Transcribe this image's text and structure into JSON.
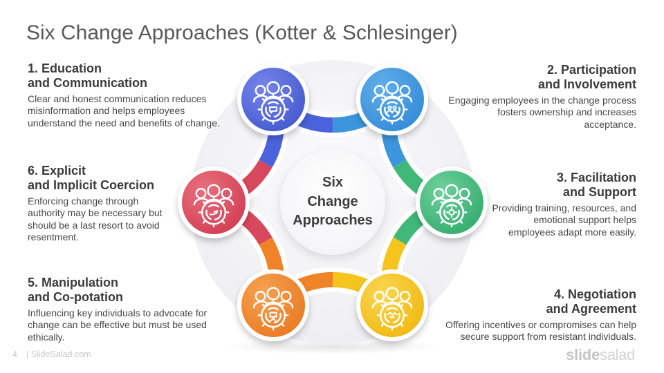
{
  "slide": {
    "title": "Six Change Approaches (Kotter & Schlesinger)"
  },
  "center": {
    "label": "Six\nChange\nApproaches"
  },
  "approaches": [
    {
      "heading": "1. Education\nand Communication",
      "body": "Clear and honest communication reduces\nmisinformation and helps employees\nunderstand the need and benefits of change.",
      "color": "#4A63DB",
      "gradient_light": "#7585EA",
      "gradient_dark": "#4156CE",
      "icon": "communication-team-gear-icon",
      "position": "top-left"
    },
    {
      "heading": "2. Participation\nand Involvement",
      "body": "Engaging employees in the change process\nfosters ownership and increases\nacceptance.",
      "color": "#3D96DD",
      "gradient_light": "#62AEE9",
      "gradient_dark": "#2F88D6",
      "icon": "participation-team-gear-icon",
      "position": "top-right"
    },
    {
      "heading": "3. Facilitation\nand Support",
      "body": "Providing training, resources, and\nemotional support helps\nemployees adapt more easily.",
      "color": "#41B878",
      "gradient_light": "#6FD09D",
      "gradient_dark": "#2FA96A",
      "icon": "facilitation-team-gear-icon",
      "position": "right"
    },
    {
      "heading": "4. Negotiation\nand Agreement",
      "body": "Offering incentives or compromises can help\nsecure support from resistant individuals.",
      "color": "#F5C51E",
      "gradient_light": "#F9D650",
      "gradient_dark": "#EFB70C",
      "icon": "negotiation-team-gear-icon",
      "position": "bottom-right"
    },
    {
      "heading": "5. Manipulation\nand Co-potation",
      "body": "Influencing key individuals to advocate for\nchange can be effective but must be used\nethically.",
      "color": "#F08327",
      "gradient_light": "#F5A253",
      "gradient_dark": "#E9761D",
      "icon": "manipulation-team-gear-icon",
      "position": "bottom-left"
    },
    {
      "heading": "6. Explicit\nand Implicit Coercion",
      "body": "Enforcing change through\nauthority may be necessary but\nshould be a last resort to avoid\nresentment.",
      "color": "#D8485C",
      "gradient_light": "#E8707E",
      "gradient_dark": "#D03A50",
      "icon": "coercion-team-gear-icon",
      "position": "left"
    }
  ],
  "footer": {
    "page_number": "4",
    "site": "| SlideSalad.com",
    "logo_bold": "slide",
    "logo_light": "salad"
  }
}
